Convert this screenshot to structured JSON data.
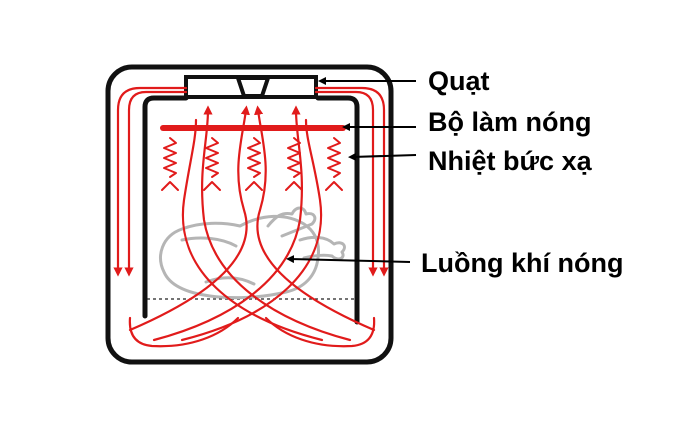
{
  "labels": {
    "fan": "Quạt",
    "heater": "Bộ làm nóng",
    "radiant_heat": "Nhiệt bức xạ",
    "hot_air_flow": "Luồng khí nóng"
  },
  "colors": {
    "airflow": "#e11b1b",
    "heater": "#e11b1b",
    "outline": "#111111",
    "food_sketch": "#b5b5b5",
    "pointer": "#000000"
  },
  "icons": {
    "food": "roast-chicken-icon",
    "fan": "fan-housing-icon"
  }
}
